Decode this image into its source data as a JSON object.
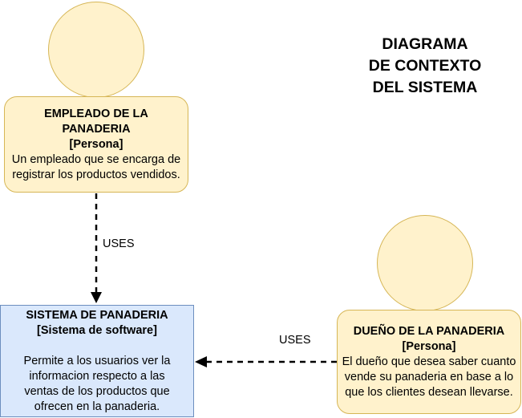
{
  "title": "DIAGRAMA\nDE CONTEXTO\nDEL SISTEMA",
  "employee": {
    "name": "EMPLEADO DE LA PANADERIA",
    "type": "[Persona]",
    "description": "Un empleado que se encarga de registrar los productos vendidos."
  },
  "system": {
    "name": "SISTEMA DE PANADERIA",
    "type": "[Sistema de software]",
    "description": "Permite a los usuarios ver la informacion respecto a las ventas de los productos que ofrecen en la panaderia."
  },
  "owner": {
    "name": "DUEÑO DE LA PANADERIA",
    "type": "[Persona]",
    "description": "El dueño que desea saber cuanto vende su panaderia en base a lo que los clientes desean llevarse."
  },
  "edges": {
    "employee_to_system": "USES",
    "owner_to_system": "USES"
  },
  "colors": {
    "person_fill": "#fff2cc",
    "person_stroke": "#d6b656",
    "system_fill": "#dae8fc",
    "system_stroke": "#6c8ebf"
  }
}
